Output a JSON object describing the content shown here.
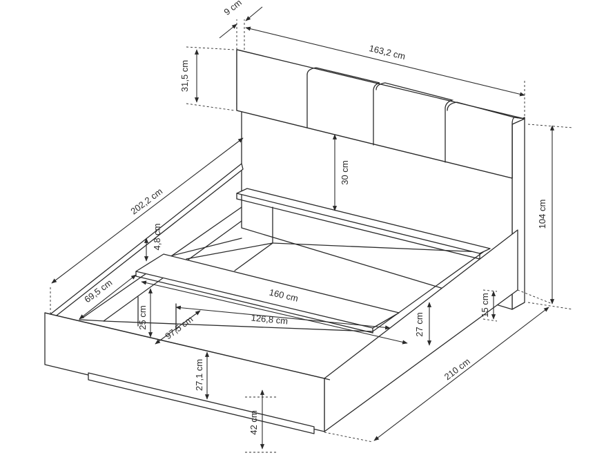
{
  "labels": {
    "headboard_depth": "9 cm",
    "headboard_width": "163,2 cm",
    "headboard_panel_height": "31,5 cm",
    "headboard_gap": "30 cm",
    "total_height": "104 cm",
    "overall_length": "202,2 cm",
    "rail_height": "4,8 cm",
    "side_depth": "69,5 cm",
    "inner_width": "160 cm",
    "slat_length": "126,8 cm",
    "box_height": "25 cm",
    "box_depth": "97,5 cm",
    "side_height": "27 cm",
    "foot_height": "15 cm",
    "total_length": "210 cm",
    "front_height": "27,1 cm",
    "floor_height": "42 cm"
  }
}
